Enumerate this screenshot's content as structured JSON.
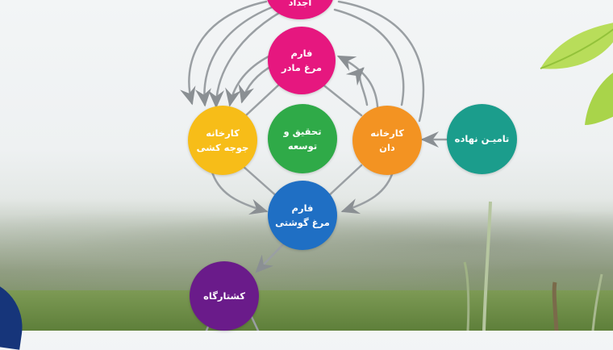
{
  "nodes": {
    "top_partial": {
      "label": "اجداد",
      "color": "#e6177f"
    },
    "parent_farm": {
      "label": "فارم\nمرغ مادر",
      "color": "#e6177f"
    },
    "hatchery": {
      "label": "کارخانه\nجوجه کشی",
      "color": "#f7bd18"
    },
    "research": {
      "label": "تحقیق و\nتوسعه",
      "color": "#2faa48"
    },
    "feed_mill": {
      "label": "کارخانه\nدان",
      "color": "#f39322"
    },
    "inputs": {
      "label": "تامیـن نهاده",
      "color": "#1b9d8c"
    },
    "broiler_farm": {
      "label": "فارم\nمرغ گوشتی",
      "color": "#1f6fc4"
    },
    "slaughterhouse": {
      "label": "کشتارگاه",
      "color": "#6a1b8a"
    }
  },
  "colors": {
    "connector": "#9a9fa3",
    "arrowhead": "#8a8f93"
  }
}
